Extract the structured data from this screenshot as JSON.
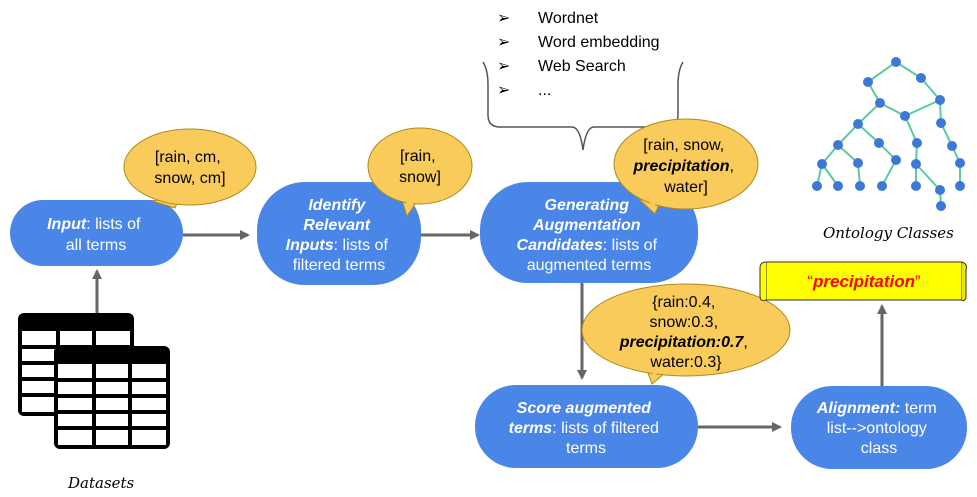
{
  "colors": {
    "node_fill": "#4a86e8",
    "bubble_fill": "#f9cb5a",
    "bubble_stroke": "#b0891e",
    "arrow": "#666666",
    "tree_node": "#3c78d8",
    "tree_edge": "#5bcb9c",
    "output_fill": "#ffff00",
    "output_highlight": "#ff0000"
  },
  "nodes": {
    "input": {
      "bold": "Input",
      "rest": ": lists of",
      "line2": "all terms"
    },
    "identify": {
      "line1": "Identify",
      "line2": "Relevant",
      "line3_bold": "Inputs",
      "line3_rest": ": lists of",
      "line4": "filtered terms"
    },
    "generating": {
      "line1": "Generating",
      "line2": "Augmentation",
      "line3_bold": "Candidates",
      "line3_rest": ": lists of",
      "line4": "augmented terms"
    },
    "score": {
      "line1": "Score augmented",
      "line2_bold": "terms",
      "line2_rest": ": lists of filtered",
      "line3": "terms"
    },
    "alignment": {
      "bold": "Alignment:",
      "rest": " term",
      "line2": "list-->ontology",
      "line3": "class"
    }
  },
  "bubbles": {
    "input": [
      "[rain, cm,",
      "snow, cm]"
    ],
    "identify": [
      "[rain,",
      "snow]"
    ],
    "generating": {
      "line1": "[rain, snow,",
      "line2_bold": "precipitation",
      "line2_rest": ",",
      "line3": "water]"
    },
    "score": {
      "line1": "{rain:0.4,",
      "line2": "snow:0.3,",
      "line3_bold": "precipitation:0.7",
      "line3_rest": ",",
      "line4": "water:0.3}"
    }
  },
  "methods": {
    "bullet": "➢",
    "items": [
      "Wordnet",
      "Word embedding",
      "Web Search",
      "..."
    ]
  },
  "labels": {
    "datasets": "Datasets",
    "ontology": "Ontology Classes"
  },
  "output": {
    "open_quote": "“",
    "term": "precipitation",
    "close_quote": "”"
  }
}
